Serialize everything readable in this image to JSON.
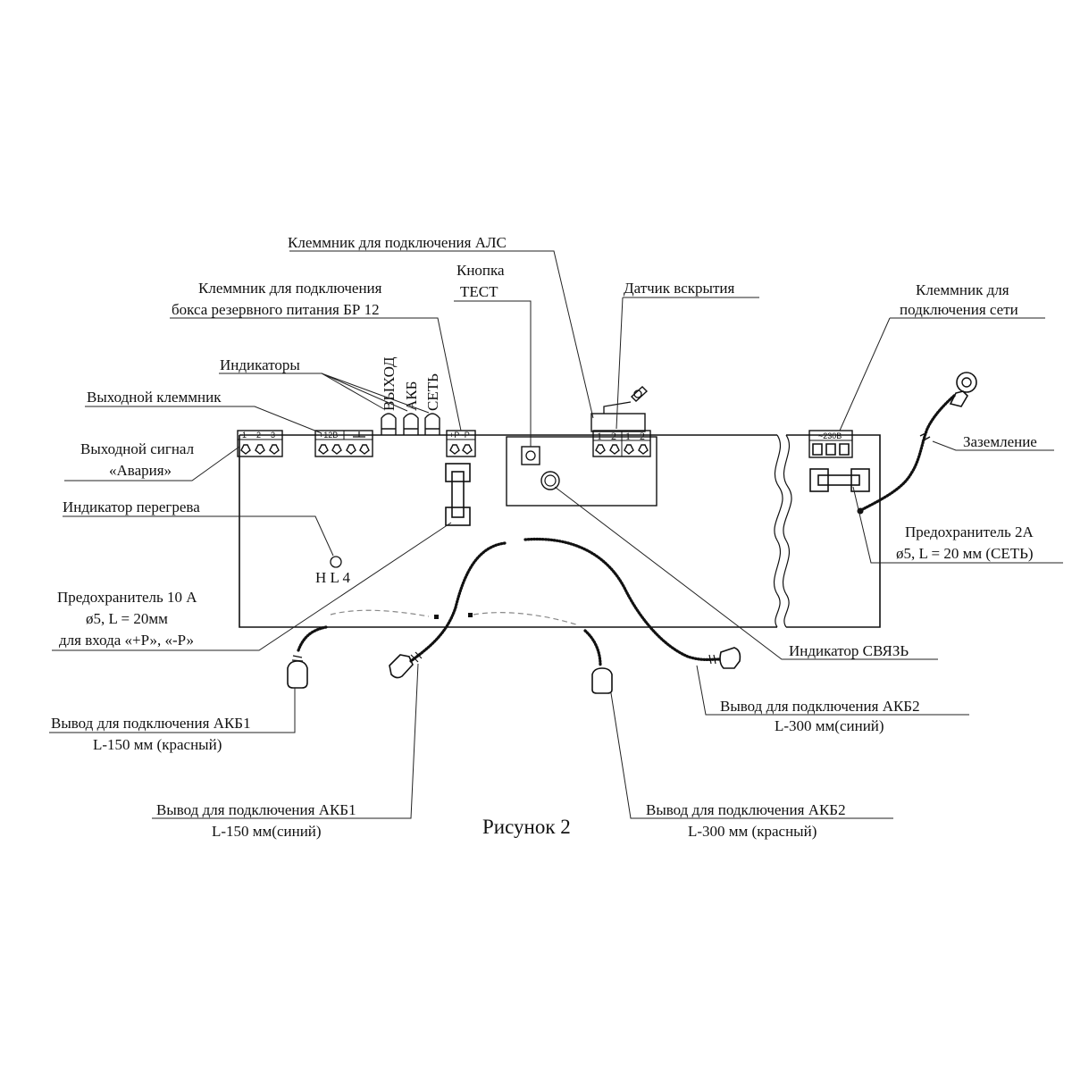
{
  "figure_caption": "Рисунок 2",
  "labels": {
    "als_terminal": "Клеммник для подключения АЛС",
    "test_button_1": "Кнопка",
    "test_button_2": "ТЕСТ",
    "backup_terminal_1": "Клеммник для подключения",
    "backup_terminal_2": "бокса резервного питания БР 12",
    "tamper_sensor": "Датчик вскрытия",
    "mains_terminal_1": "Клеммник для",
    "mains_terminal_2": "подключения сети",
    "indicators": "Индикаторы",
    "output_terminal": "Выходной клеммник",
    "alarm_signal_1": "Выходной сигнал",
    "alarm_signal_2": "«Авария»",
    "ground": "Заземление",
    "overheat_indicator": "Индикатор перегрева",
    "hl4": "H L 4",
    "fuse2a_1": "Предохранитель 2А",
    "fuse2a_2": "ø5, L = 20 мм (СЕТЬ)",
    "fuse10a_1": "Предохранитель 10 А",
    "fuse10a_2": "ø5, L = 20мм",
    "fuse10a_3": "для входа «+Р», «-Р»",
    "link_indicator": "Индикатор СВЯЗЬ",
    "akb2_blue_1": "Вывод для подключения АКБ2",
    "akb2_blue_2": "L-300 мм(синий)",
    "akb1_red_1": "Вывод для подключения АКБ1",
    "akb1_red_2": "L-150 мм (красный)",
    "akb1_blue_1": "Вывод для подключения АКБ1",
    "akb1_blue_2": "L-150 мм(синий)",
    "akb2_red_1": "Вывод для подключения АКБ2",
    "akb2_red_2": "L-300 мм (красный)"
  },
  "led_labels": {
    "output": "ВЫХОД",
    "battery": "АКБ",
    "mains": "СЕТЬ"
  },
  "terminal_labels": {
    "alarm": [
      "1",
      "2",
      "3"
    ],
    "power": "+12В",
    "backup": "+Р -Р",
    "als": [
      "1",
      "2",
      "1",
      "2"
    ],
    "mains": "~230В"
  }
}
